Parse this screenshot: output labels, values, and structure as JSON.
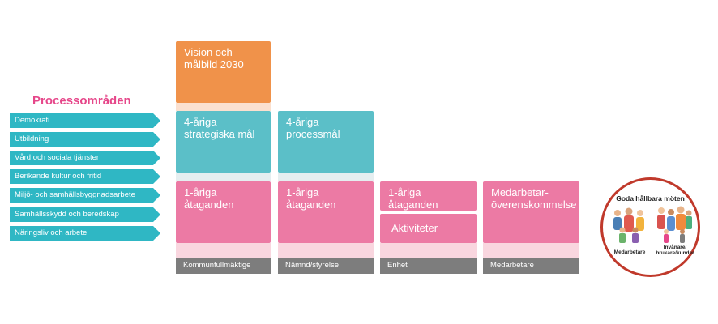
{
  "title": "Processområden",
  "process_areas": [
    "Demokrati",
    "Utbildning",
    "Vård och sociala tjänster",
    "Berikande kultur och fritid",
    "Miljö- och samhällsbyggnadsarbete",
    "Samhällsskydd och beredskap",
    "Näringsliv och arbete"
  ],
  "boxes": {
    "vision": "Vision och målbild 2030",
    "strategic": "4-åriga strategiska mål",
    "process_goals": "4-åriga processmål",
    "commit_council": "1-åriga åtaganden",
    "commit_board": "1-åriga åtaganden",
    "commit_unit": "1-åriga åtaganden",
    "activities": "Aktiviteter",
    "employee_agreement": "Medarbetar-överenskommelse"
  },
  "levels": [
    "Kommunfullmäktige",
    "Nämnd/styrelse",
    "Enhet",
    "Medarbetare"
  ],
  "meetings": {
    "title": "Goda hållbara möten",
    "left_label": "Medarbetare",
    "right_label": "Invånare/ brukare/kunder"
  },
  "colors": {
    "orange": "#f0924a",
    "teal": "#5bbfc8",
    "pink": "#ec7aa4",
    "arrow": "#2fb7c4",
    "title": "#e6478a",
    "footer": "#7d7d7d",
    "circle_border": "#c0392b"
  }
}
